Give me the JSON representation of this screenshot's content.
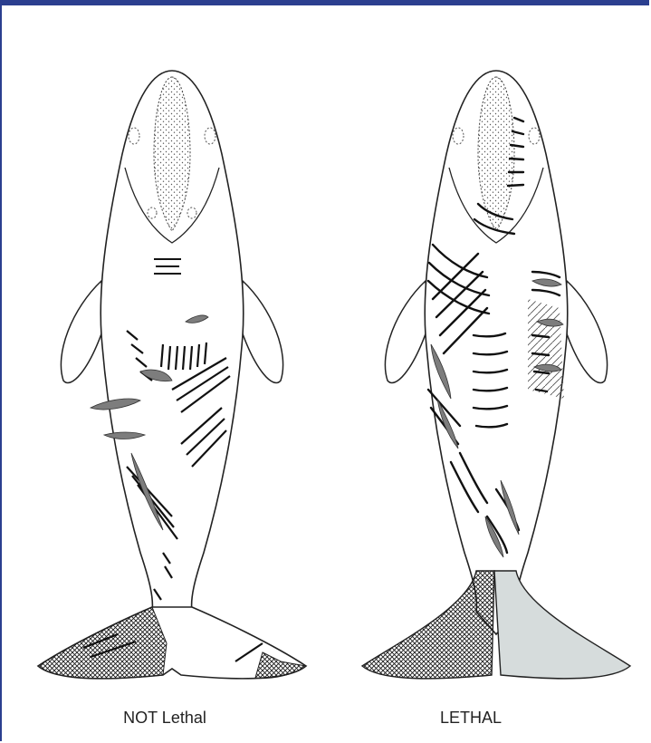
{
  "figure": {
    "left_label": "NOT Lethal",
    "right_label": "LETHAL"
  },
  "colors": {
    "frame_border": "#2b3f8f",
    "outline": "#222222",
    "scar_dark": "#111111",
    "scar_gray": "#7d7d7d",
    "fluke_gray": "#d6dcdc",
    "crosshatch": "#1a1a1a"
  },
  "icons": {
    "left_panel": "whale-ventral-silhouette",
    "right_panel": "whale-ventral-silhouette"
  }
}
